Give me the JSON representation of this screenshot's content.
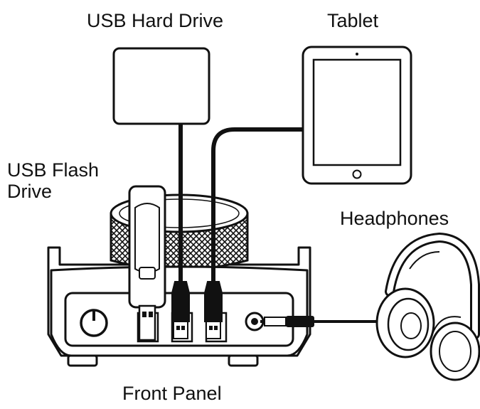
{
  "labels": {
    "usb_hard_drive": "USB Hard Drive",
    "tablet": "Tablet",
    "usb_flash_drive_line1": "USB Flash",
    "usb_flash_drive_line2": "Drive",
    "headphones": "Headphones",
    "front_panel": "Front Panel"
  },
  "colors": {
    "ink": "#111111",
    "fill": "#ffffff",
    "grey": "#d9d9d9"
  },
  "icons": [
    "usb-hard-drive-icon",
    "tablet-icon",
    "usb-flash-drive-icon",
    "headphones-icon",
    "audio-interface-icon",
    "knob-icon"
  ]
}
